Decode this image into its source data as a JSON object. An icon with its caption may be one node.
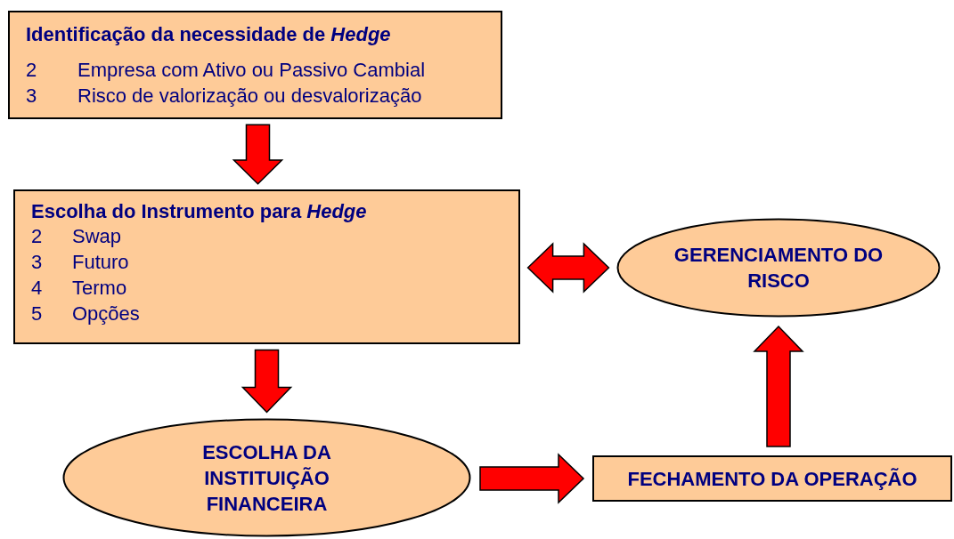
{
  "diagram": {
    "nodes": [
      {
        "text": [
          "Identificação da necessidade de *Hedge*",
          "2",
          "Empresa com Ativo ou Passivo Cambial",
          "3",
          "Risco de valorização ou desvalorização"
        ]
      },
      {
        "text": [
          "Escolha do Instrumento para *Hedge*",
          "2",
          "Swap",
          "3",
          "Futuro",
          "4",
          "Termo",
          "5",
          "Opções"
        ]
      },
      {
        "text": [
          "GERENCIAMENTO DO RISCO"
        ]
      },
      {
        "text": [
          "ESCOLHA DA INSTITUIÇÃO FINANCEIRA"
        ]
      },
      {
        "text": [
          "FECHAMENTO DA OPERAÇÃO"
        ]
      }
    ],
    "edges": [
      {
        "from": 0,
        "to": 1,
        "arrow": "to"
      },
      {
        "from": 1,
        "to": 3,
        "arrow": "to"
      },
      {
        "from": 3,
        "to": 4,
        "arrow": "to"
      },
      {
        "from": 4,
        "to": 2,
        "arrow": "to"
      },
      {
        "from": 1,
        "to": 2,
        "arrow": "both"
      }
    ]
  }
}
